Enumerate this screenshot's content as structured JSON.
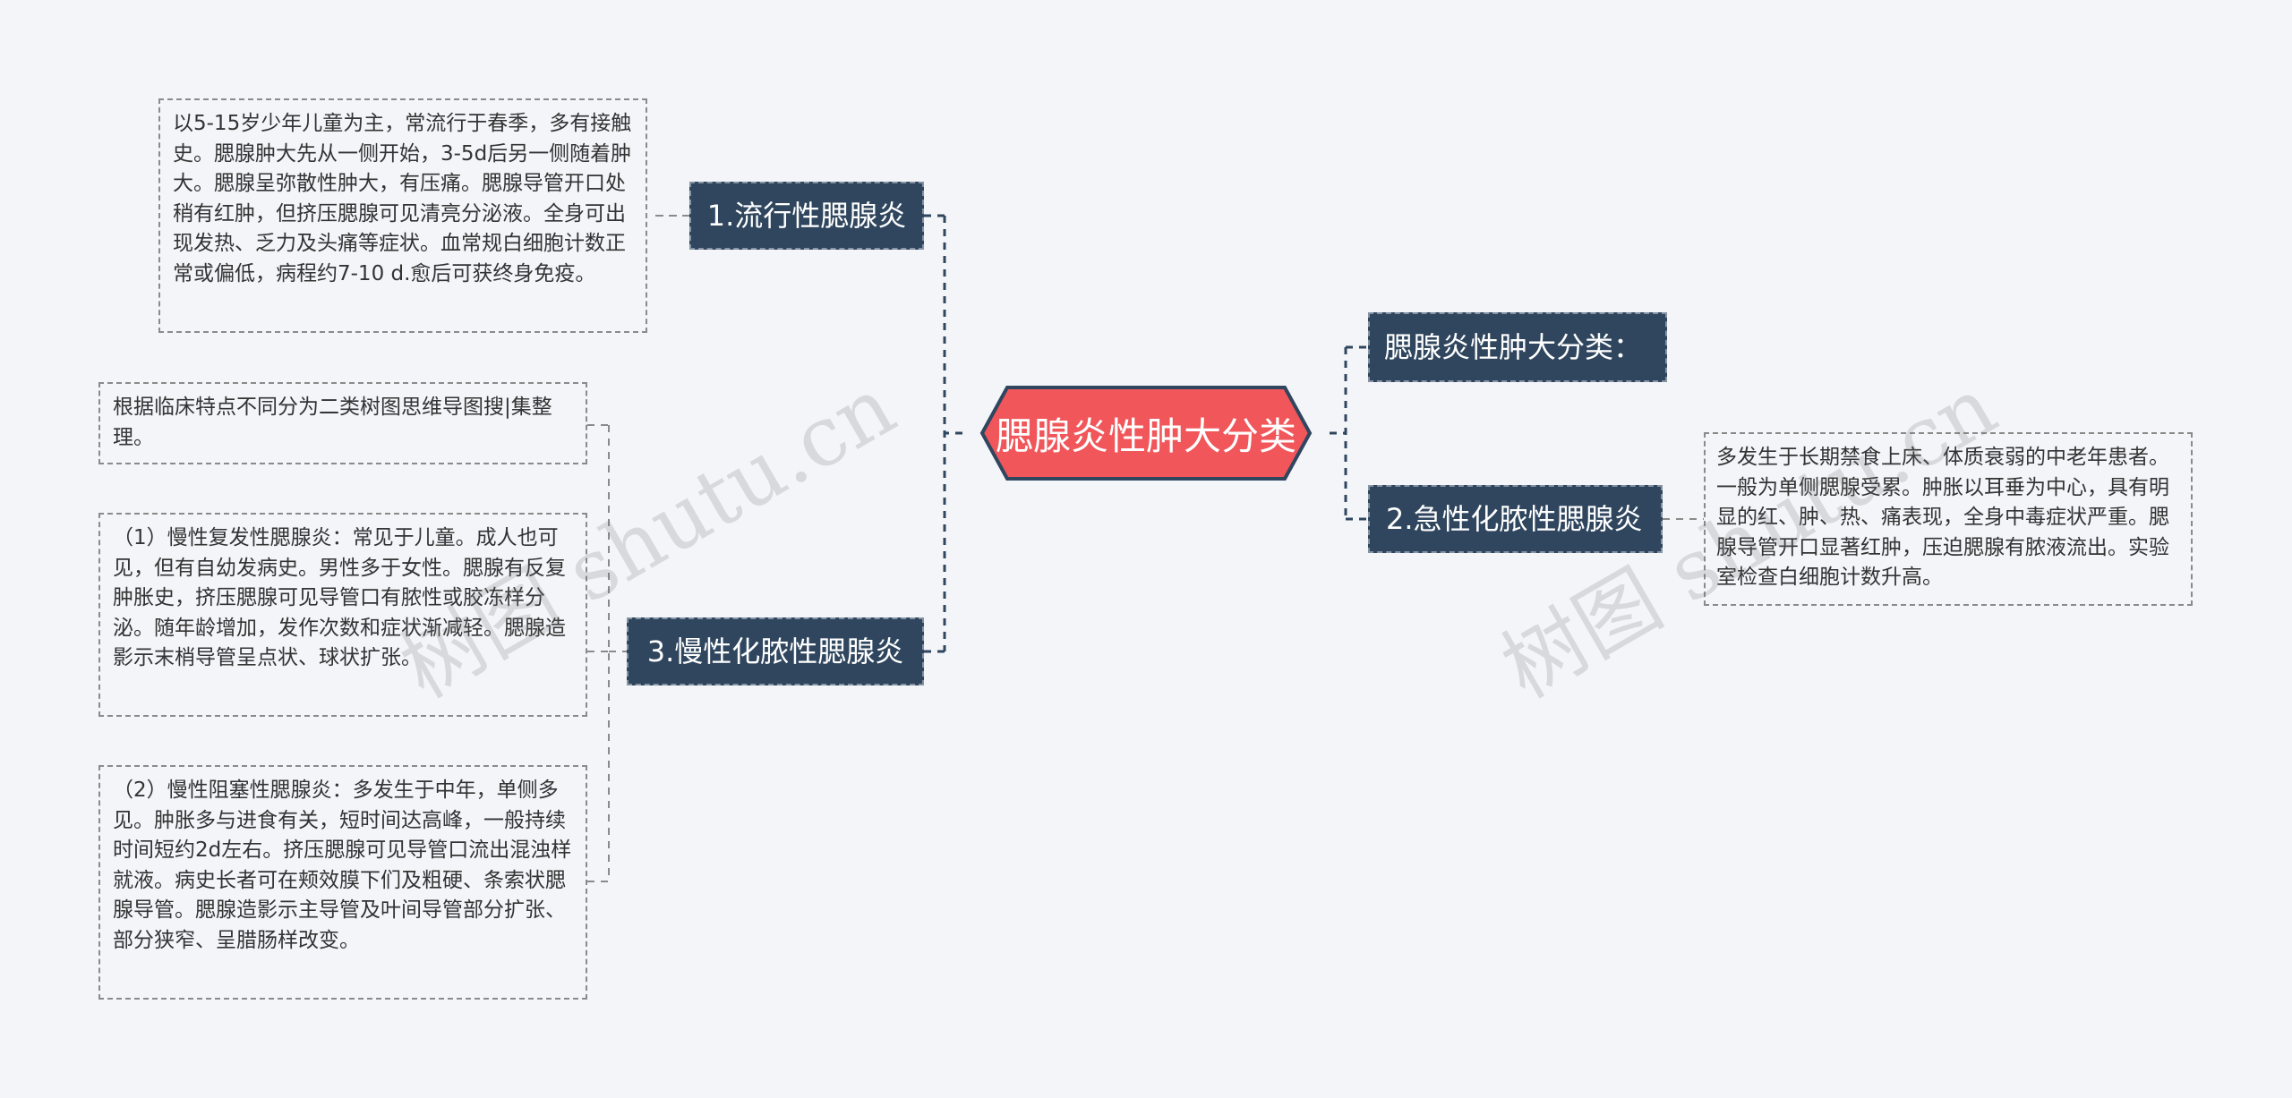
{
  "central": {
    "title": "腮腺炎性肿大分类"
  },
  "right": {
    "heading": "腮腺炎性肿大分类：",
    "acute": {
      "label": "2.急性化脓性腮腺炎",
      "note": "多发生于长期禁食上床、体质衰弱的中老年患者。一般为单侧腮腺受累。肿胀以耳垂为中心，具有明显的红、肿、热、痛表现，全身中毒症状严重。腮腺导管开口显著红肿，压迫腮腺有脓液流出。实验室检查白细胞计数升高。"
    }
  },
  "left": {
    "epidemic": {
      "label": "1.流行性腮腺炎",
      "note": "以5-15岁少年儿童为主，常流行于春季，多有接触史。腮腺肿大先从一侧开始，3-5d后另一侧随着肿大。腮腺呈弥散性肿大，有压痛。腮腺导管开口处稍有红肿，但挤压腮腺可见清亮分泌液。全身可出现发热、乏力及头痛等症状。血常规白细胞计数正常或偏低，病程约7-10 d.愈后可获终身免疫。"
    },
    "chronic": {
      "label": "3.慢性化脓性腮腺炎",
      "intro": "根据临床特点不同分为二类树图思维导图搜|集整理。",
      "recurrent": "（1）慢性复发性腮腺炎：常见于儿童。成人也可见，但有自幼发病史。男性多于女性。腮腺有反复肿胀史，挤压腮腺可见导管口有脓性或胶冻样分泌。随年龄增加，发作次数和症状渐减轻。腮腺造影示末梢导管呈点状、球状扩张。",
      "obstructive": "（2）慢性阻塞性腮腺炎：多发生于中年，单侧多见。肿胀多与进食有关，短时间达高峰，一般持续时间短约2d左右。挤压腮腺可见导管口流出混浊样就液。病史长者可在颊效膜下们及粗硬、条索状腮腺导管。腮腺造影示主导管及叶间导管部分扩张、部分狭窄、呈腊肠样改变。"
    }
  },
  "watermarks": [
    "树图 shutu.cn",
    "树图 shutu.cn"
  ],
  "colors": {
    "central_fill": "#f0565a",
    "central_border": "#2f465e",
    "node_fill": "#2f465e",
    "connector": "#2f465e"
  }
}
